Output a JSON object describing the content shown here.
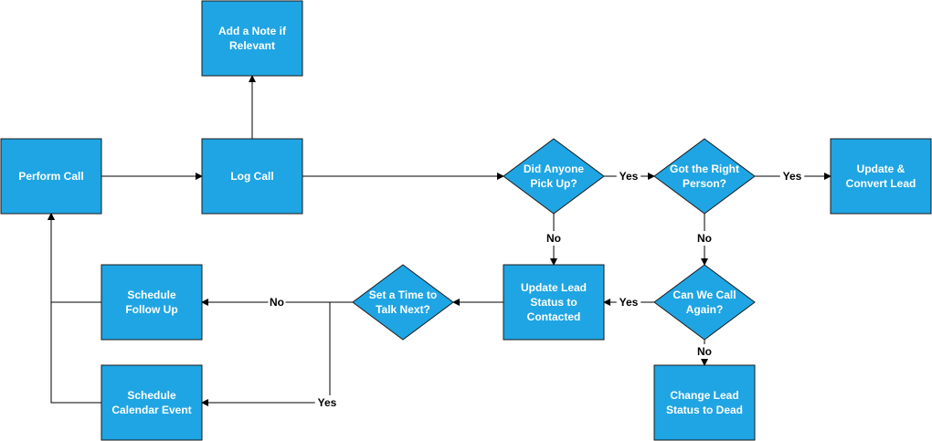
{
  "colors": {
    "node_fill": "#1fa5e3",
    "node_stroke": "#1a1a1a",
    "line": "#000000",
    "text": "#ffffff",
    "label_text": "#000000"
  },
  "nodes": {
    "note": {
      "shape": "rect",
      "lines": [
        "Add a Note if",
        "Relevant"
      ]
    },
    "perform": {
      "shape": "rect",
      "lines": [
        "Perform Call"
      ]
    },
    "log": {
      "shape": "rect",
      "lines": [
        "Log Call"
      ]
    },
    "pickup": {
      "shape": "diamond",
      "lines": [
        "Did Anyone",
        "Pick Up?"
      ]
    },
    "right_person": {
      "shape": "diamond",
      "lines": [
        "Got the Right",
        "Person?"
      ]
    },
    "convert": {
      "shape": "rect",
      "lines": [
        "Update &",
        "Convert Lead"
      ]
    },
    "contacted": {
      "shape": "rect",
      "lines": [
        "Update Lead",
        "Status to",
        "Contacted"
      ]
    },
    "call_again": {
      "shape": "diamond",
      "lines": [
        "Can We Call",
        "Again?"
      ]
    },
    "dead": {
      "shape": "rect",
      "lines": [
        "Change Lead",
        "Status to Dead"
      ]
    },
    "set_time": {
      "shape": "diamond",
      "lines": [
        "Set a Time to",
        "Talk Next?"
      ]
    },
    "followup": {
      "shape": "rect",
      "lines": [
        "Schedule",
        "Follow Up"
      ]
    },
    "calendar": {
      "shape": "rect",
      "lines": [
        "Schedule",
        "Calendar Event"
      ]
    }
  },
  "edge_labels": {
    "yes": "Yes",
    "no": "No"
  },
  "edges": [
    {
      "from": "perform",
      "to": "log",
      "label": ""
    },
    {
      "from": "log",
      "to": "note",
      "label": ""
    },
    {
      "from": "log",
      "to": "pickup",
      "label": ""
    },
    {
      "from": "pickup",
      "to": "right_person",
      "label": "yes"
    },
    {
      "from": "right_person",
      "to": "convert",
      "label": "yes"
    },
    {
      "from": "pickup",
      "to": "contacted",
      "label": "no"
    },
    {
      "from": "right_person",
      "to": "call_again",
      "label": "no"
    },
    {
      "from": "call_again",
      "to": "contacted",
      "label": "yes"
    },
    {
      "from": "call_again",
      "to": "dead",
      "label": "no"
    },
    {
      "from": "contacted",
      "to": "set_time",
      "label": ""
    },
    {
      "from": "set_time",
      "to": "followup",
      "label": "no"
    },
    {
      "from": "set_time",
      "to": "calendar",
      "label": "yes"
    },
    {
      "from": "followup",
      "to": "perform",
      "label": ""
    },
    {
      "from": "calendar",
      "to": "perform",
      "label": ""
    }
  ]
}
